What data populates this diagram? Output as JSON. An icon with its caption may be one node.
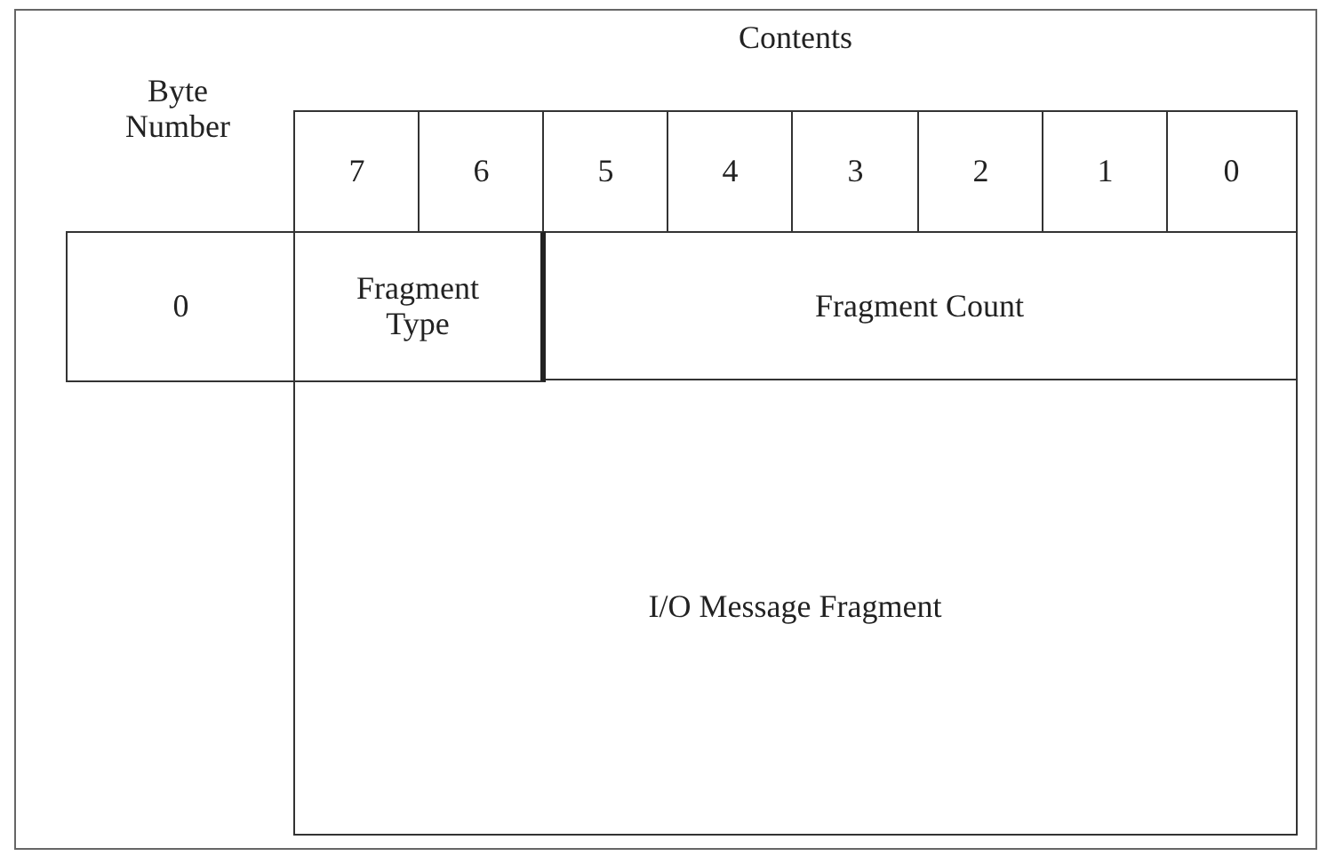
{
  "diagram": {
    "nodes": [
      {
        "text": [
          "7"
        ]
      },
      {
        "text": [
          "6"
        ]
      },
      {
        "text": [
          "5"
        ]
      },
      {
        "text": [
          "4"
        ]
      },
      {
        "text": [
          "3"
        ]
      },
      {
        "text": [
          "2"
        ]
      },
      {
        "text": [
          "1"
        ]
      },
      {
        "text": [
          "0"
        ]
      },
      {
        "text": [
          "0"
        ]
      },
      {
        "text": [
          "Fragment Type"
        ]
      },
      {
        "text": [
          "Fragment Count"
        ]
      },
      {
        "text": [
          "I/O Message Fragment"
        ]
      }
    ],
    "labels": [
      "Contents",
      "Byte Number"
    ]
  }
}
